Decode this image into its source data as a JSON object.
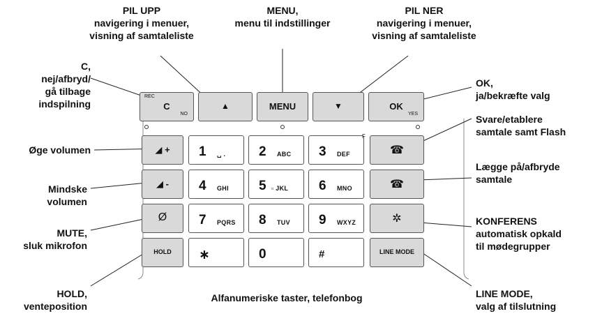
{
  "labels": {
    "pil_upp": {
      "title": "PIL UPP",
      "line1": "navigering i menuer,",
      "line2": "visning af samtaleliste"
    },
    "menu": {
      "title": "MENU,",
      "line1": "menu til indstillinger"
    },
    "pil_ner": {
      "title": "PIL NER",
      "line1": "navigering i menuer,",
      "line2": "visning af samtaleliste"
    },
    "c": {
      "title": "C,",
      "line1": "nej/afbryd/",
      "line2": "gå tilbage",
      "line3": "indspilning"
    },
    "ok": {
      "title": "OK,",
      "line1": "ja/bekræfte valg"
    },
    "volume_up": {
      "title": "Øge volumen"
    },
    "volume_down": {
      "title": "Mindske",
      "line1": "volumen"
    },
    "mute": {
      "title": "MUTE,",
      "line1": "sluk mikrofon"
    },
    "hold": {
      "title": "HOLD,",
      "line1": "venteposition"
    },
    "answer": {
      "title": "Svare/etablere",
      "line1": "samtale samt Flash"
    },
    "hangup": {
      "title": "Lægge på/afbryde",
      "line1": "samtale"
    },
    "conference": {
      "title": "KONFERENS",
      "line1": "automatisk opkald",
      "line2": "til mødegrupper"
    },
    "line_mode": {
      "title": "LINE MODE,",
      "line1": "valg af tilslutning"
    },
    "alnum": {
      "title": "Alfanumeriske taster, telefonbog"
    }
  },
  "keys": {
    "c": {
      "main": "C",
      "rec": "REC",
      "no": "NO"
    },
    "up": {
      "main": "▲"
    },
    "menu": {
      "main": "MENU"
    },
    "down": {
      "main": "▼"
    },
    "ok": {
      "main": "OK",
      "yes": "YES"
    },
    "vol_up": {
      "main": "◢ +"
    },
    "vol_down": {
      "main": "◢ -"
    },
    "mute": {
      "main": "Ø"
    },
    "hold": {
      "main": "HOLD"
    },
    "answer": {
      "main": "☎",
      "f": "F"
    },
    "hangup": {
      "main": "☎"
    },
    "conference": {
      "main": "✲"
    },
    "line_mode": {
      "main": "LINE MODE"
    },
    "k1": {
      "digit": "1",
      "letters": "␣ ."
    },
    "k2": {
      "digit": "2",
      "letters": "ABC"
    },
    "k3": {
      "digit": "3",
      "letters": "DEF"
    },
    "k4": {
      "digit": "4",
      "letters": "GHI"
    },
    "k5": {
      "digit": "5",
      "letters": "▫ JKL"
    },
    "k6": {
      "digit": "6",
      "letters": "MNO"
    },
    "k7": {
      "digit": "7",
      "letters": "PQRS"
    },
    "k8": {
      "digit": "8",
      "letters": "TUV"
    },
    "k9": {
      "digit": "9",
      "letters": "WXYZ"
    },
    "kstar": {
      "digit": "∗"
    },
    "k0": {
      "digit": "0"
    },
    "khash": {
      "digit": "#"
    }
  },
  "colors": {
    "key_gray": "#d9d9d9",
    "key_white": "#ffffff",
    "outline": "#555555"
  }
}
